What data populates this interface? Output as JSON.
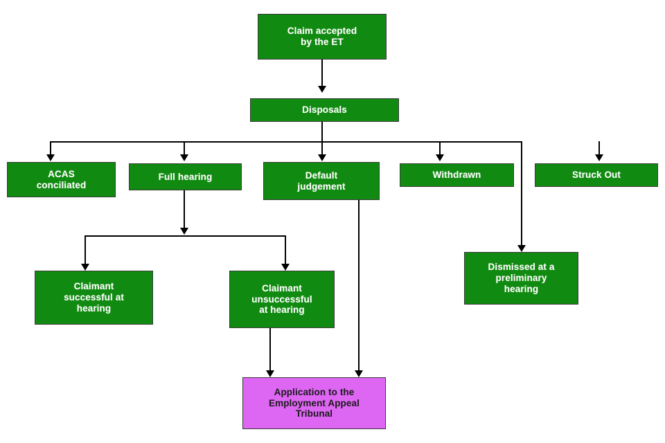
{
  "diagram": {
    "type": "flowchart",
    "title": "Employment Tribunal claim disposal flowchart",
    "colors": {
      "node_green": "#108a10",
      "node_purple": "#dd66f2",
      "green_text": "#ffffff",
      "purple_text": "#1a1a1a",
      "connector": "#000000",
      "border": "#3a3a3a",
      "background": "#ffffff"
    },
    "nodes": {
      "claim_accepted": {
        "line1": "Claim accepted",
        "line2": "by the ET",
        "color": "green"
      },
      "disposals": {
        "line1": "Disposals",
        "color": "green"
      },
      "acas_conciliated": {
        "line1": "ACAS",
        "line2": "conciliated",
        "color": "green"
      },
      "full_hearing": {
        "line1": "Full hearing",
        "color": "green"
      },
      "default_judgement": {
        "line1": "Default",
        "line2": "judgement",
        "color": "green"
      },
      "withdrawn": {
        "line1": "Withdrawn",
        "color": "green"
      },
      "struck_out": {
        "line1": "Struck Out",
        "color": "green"
      },
      "claimant_successful": {
        "line1": "Claimant",
        "line2": "successful at",
        "line3": "hearing",
        "color": "green"
      },
      "claimant_unsuccessful": {
        "line1": "Claimant",
        "line2": "unsuccessful",
        "line3": "at hearing",
        "color": "green"
      },
      "dismissed_preliminary": {
        "line1": "Dismissed at a",
        "line2": "preliminary",
        "line3": "hearing",
        "color": "green"
      },
      "appeal_tribunal": {
        "line1": "Application to the",
        "line2": "Employment Appeal",
        "line3": "Tribunal",
        "color": "purple"
      }
    },
    "edges": [
      {
        "from": "claim_accepted",
        "to": "disposals"
      },
      {
        "from": "disposals",
        "to": "acas_conciliated"
      },
      {
        "from": "disposals",
        "to": "full_hearing"
      },
      {
        "from": "disposals",
        "to": "default_judgement"
      },
      {
        "from": "disposals",
        "to": "withdrawn"
      },
      {
        "from": "disposals",
        "to": "struck_out"
      },
      {
        "from": "disposals",
        "to": "dismissed_preliminary"
      },
      {
        "from": "full_hearing",
        "to": "claimant_successful"
      },
      {
        "from": "full_hearing",
        "to": "claimant_unsuccessful"
      },
      {
        "from": "claimant_unsuccessful",
        "to": "appeal_tribunal"
      },
      {
        "from": "default_judgement",
        "to": "appeal_tribunal"
      }
    ]
  }
}
